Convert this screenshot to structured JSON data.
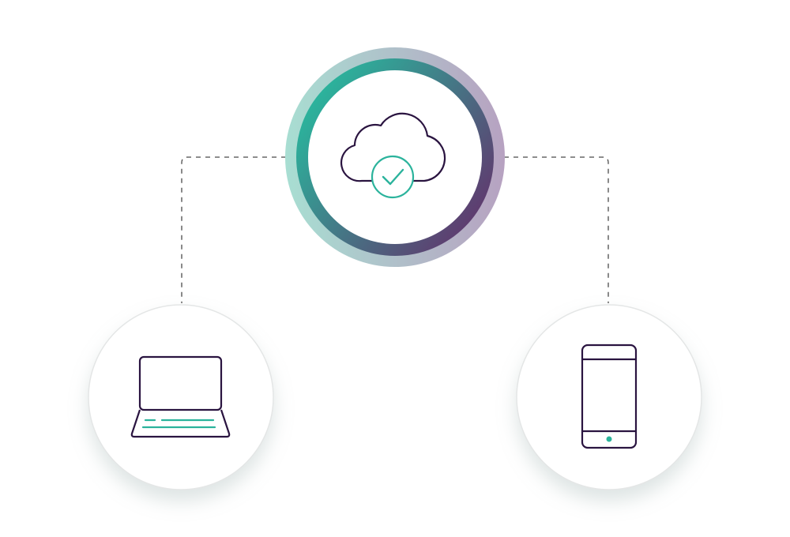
{
  "diagram": {
    "colors": {
      "teal": "#2bb39c",
      "teal_light": "#a8ded2",
      "purple": "#5e3d70",
      "purple_light": "#b7a2c1",
      "ink": "#2a1440",
      "connector": "#4a4a4a",
      "node_border": "#e4e6e6"
    },
    "nodes": [
      {
        "id": "cloud",
        "icon": "cloud-check-icon"
      },
      {
        "id": "laptop",
        "icon": "laptop-icon"
      },
      {
        "id": "phone",
        "icon": "smartphone-icon"
      }
    ],
    "edges": [
      {
        "from": "cloud",
        "to": "laptop",
        "style": "dashed"
      },
      {
        "from": "cloud",
        "to": "phone",
        "style": "dashed"
      }
    ]
  }
}
